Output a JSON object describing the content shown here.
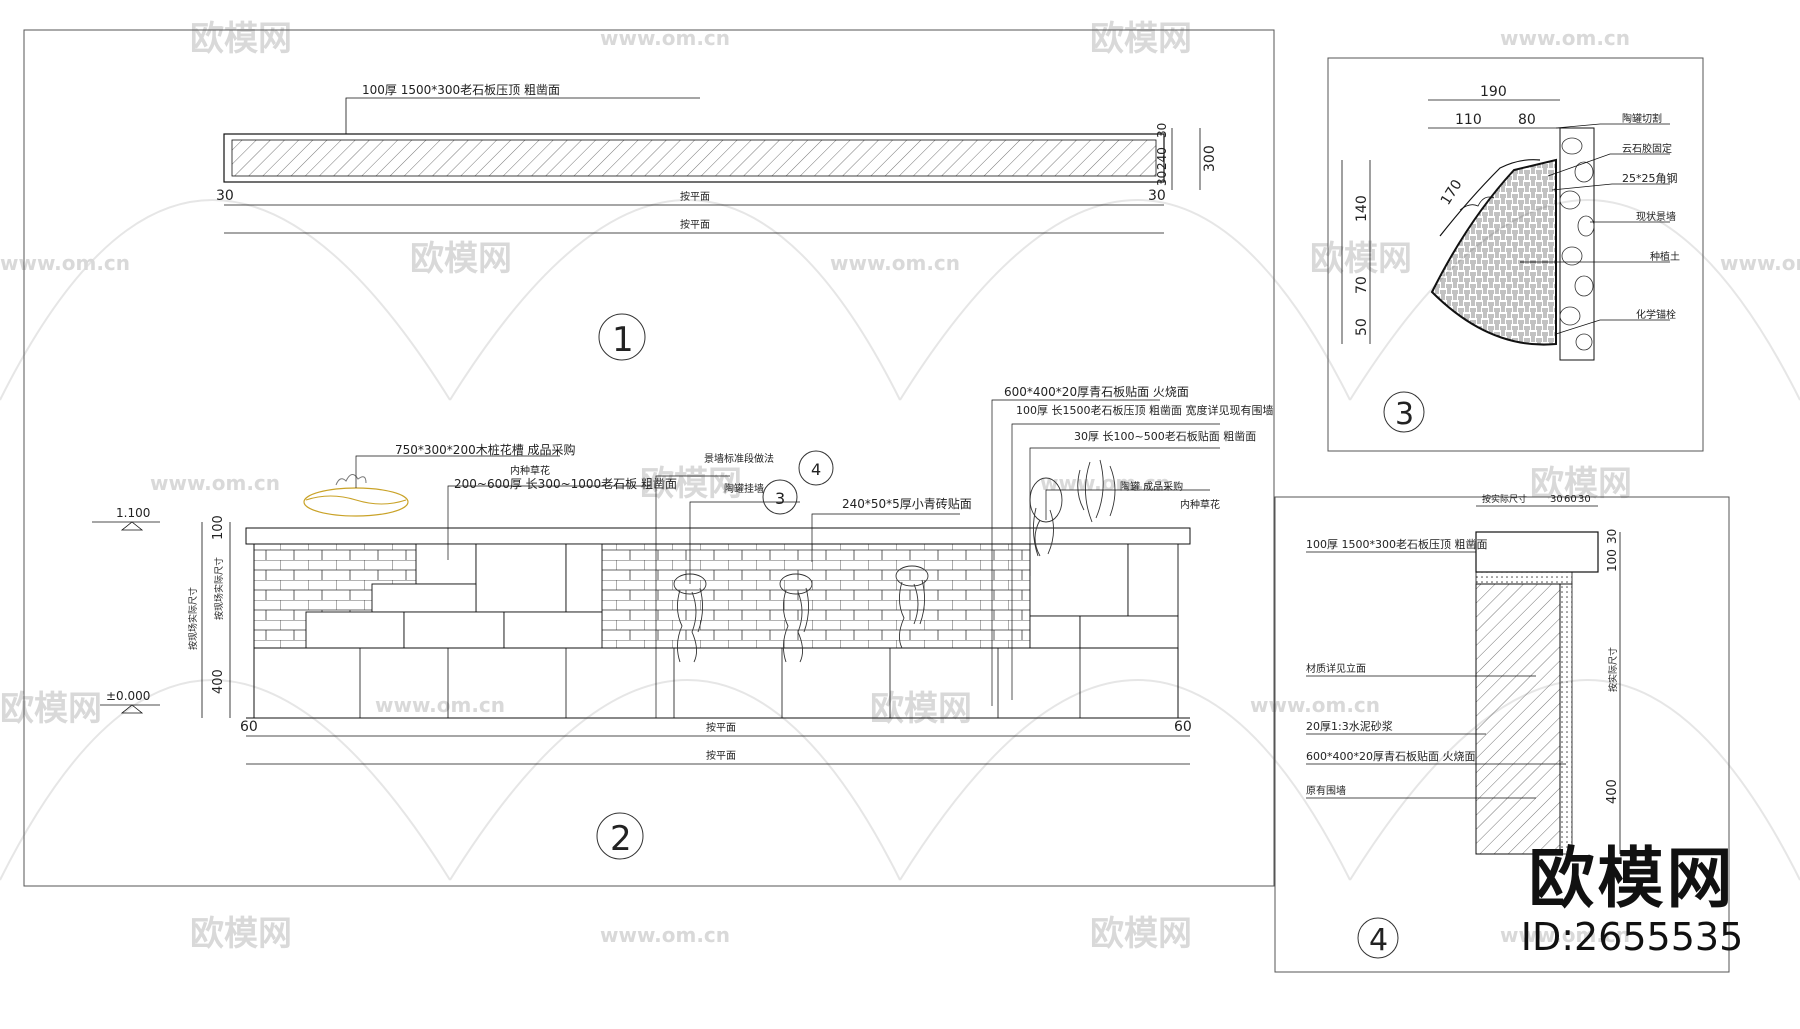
{
  "watermark": {
    "logo_text": "欧模网",
    "url": "www.om.cn"
  },
  "brand": {
    "logo": "欧模网",
    "id": "ID:2655535"
  },
  "detail1": {
    "marker": "1",
    "label_top": "100厚 1500*300老石板压顶  粗凿面",
    "dims_right": [
      "30",
      "240",
      "30",
      "300"
    ],
    "dims_bottom": [
      "30",
      "30"
    ],
    "span_label_1": "按平面",
    "span_label_2": "按平面"
  },
  "detail2": {
    "marker": "2",
    "level_top": "1.100",
    "level_bottom": "±0.000",
    "labels": [
      "750*300*200木桩花槽  成品采购",
      "内种草花",
      "200~600厚  长300~1000老石板  粗凿面",
      "景墙标准段做法",
      "陶罐挂墙",
      "240*50*5厚小青砖贴面",
      "600*400*20厚青石板贴面  火烧面",
      "100厚  长1500老石板压顶  粗凿面  宽度详见现有围墙",
      "30厚  长100~500老石板贴面  粗凿面",
      "陶罐  成品采购",
      "内种草花"
    ],
    "callout_4": "4",
    "callout_3": "3",
    "dims_left": [
      "100",
      "400"
    ],
    "dims_left_text": [
      "按现场实际尺寸",
      "按现场实际尺寸"
    ],
    "dims_bottom": [
      "60",
      "60"
    ],
    "span_label_1": "按平面",
    "span_label_2": "按平面"
  },
  "detail3": {
    "marker": "3",
    "dims_top": [
      "190",
      "110",
      "80"
    ],
    "dims_left": [
      "140",
      "70",
      "50"
    ],
    "dim_slope": "170",
    "labels": [
      "陶罐切割",
      "云石胶固定",
      "25*25角钢",
      "现状景墙",
      "种植土",
      "化学锚栓"
    ]
  },
  "detail4": {
    "marker": "4",
    "label_top": "按实际尺寸",
    "dims_top": [
      "30",
      "60",
      "30"
    ],
    "dims_right": [
      "30",
      "100",
      "按实际尺寸",
      "400"
    ],
    "labels": [
      "100厚 1500*300老石板压顶  粗凿面",
      "材质详见立面",
      "20厚1:3水泥砂浆",
      "600*400*20厚青石板贴面  火烧面",
      "原有围墙"
    ]
  }
}
